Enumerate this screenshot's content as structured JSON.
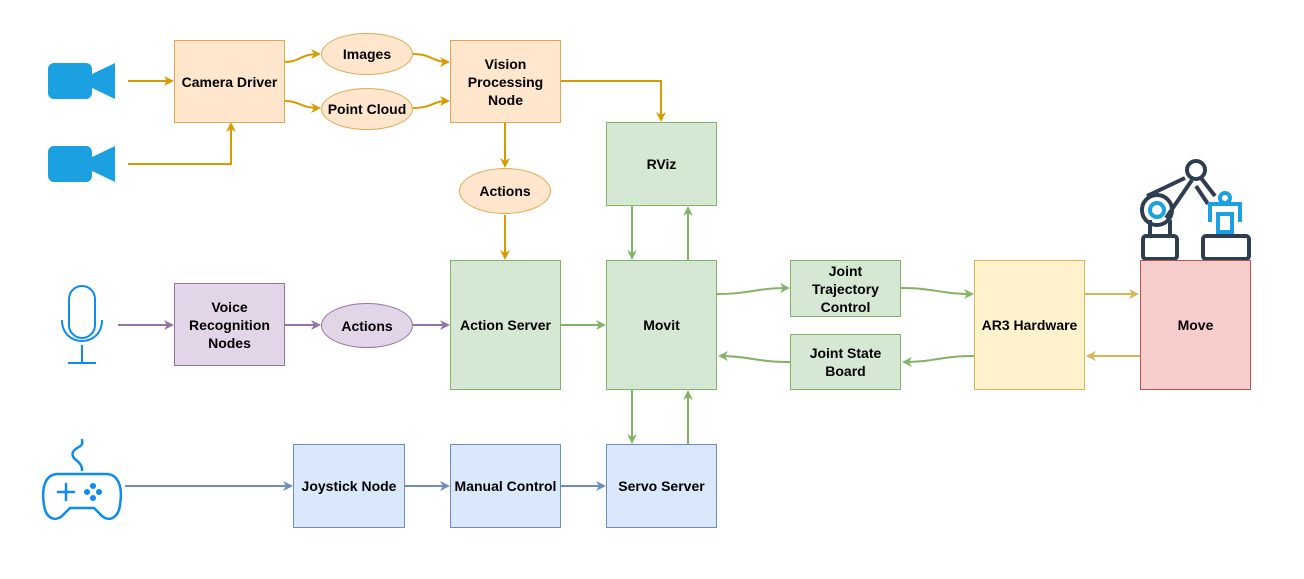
{
  "nodes": {
    "camera_driver": "Camera Driver",
    "images": "Images",
    "point_cloud": "Point Cloud",
    "vision_processing": "Vision\nProcessing\nNode",
    "rviz": "RViz",
    "actions_vision": "Actions",
    "action_server": "Action Server",
    "movit": "Movit",
    "joint_trajectory": "Joint\nTrajectory\nControl",
    "joint_state": "Joint State\nBoard",
    "ar3_hardware": "AR3 Hardware",
    "move": "Move",
    "voice_recognition": "Voice\nRecognition\nNodes",
    "actions_voice": "Actions",
    "joystick_node": "Joystick Node",
    "manual_control": "Manual Control",
    "servo_server": "Servo Server"
  },
  "icons": {
    "camera_top": "video-camera-icon",
    "camera_bottom": "video-camera-icon",
    "microphone": "microphone-icon",
    "gamepad": "gamepad-icon",
    "robot": "robot-arm-icon"
  },
  "colors": {
    "orange_edge": "#d79b00",
    "green_edge": "#82b366",
    "purple_edge": "#9673a6",
    "blue_edge": "#6c8ebf",
    "yellow_edge": "#d6b656",
    "icon_cyan": "#1ba1e2",
    "icon_outline": "#0d8bf2",
    "robot_dark": "#2d3e50"
  }
}
